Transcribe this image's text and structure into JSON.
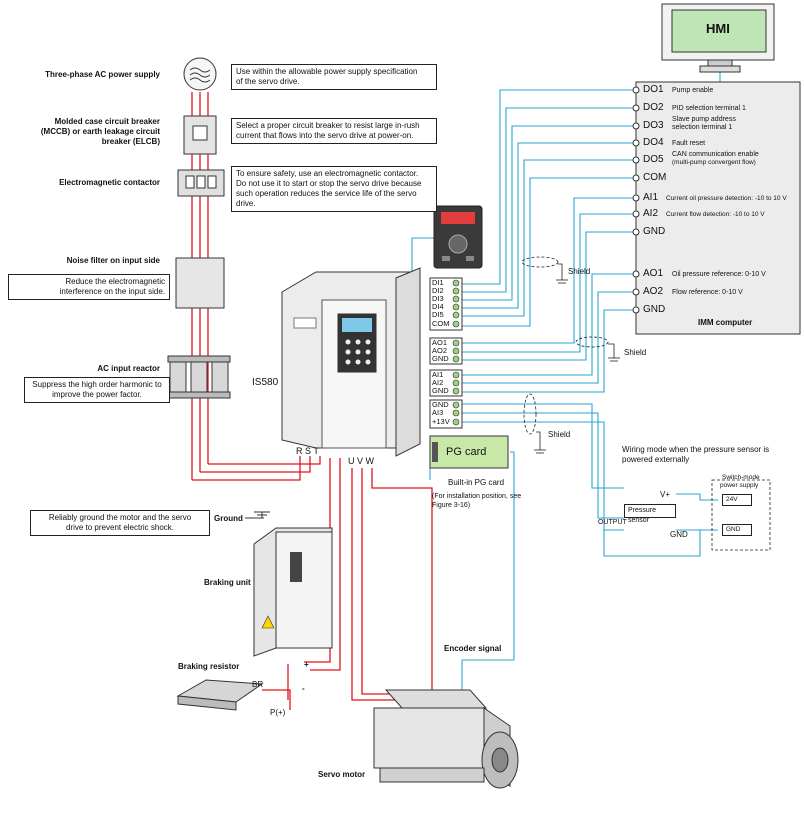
{
  "left_components": {
    "power_supply": "Three-phase AC power supply",
    "mccb": [
      "Molded case circuit breaker",
      "(MCCB) or earth leakage circuit",
      "breaker (ELCB)"
    ],
    "contactor": "Electromagnetic contactor",
    "noise_filter": "Noise filter on input side",
    "reactor": "AC input reactor",
    "ground": "Ground",
    "braking_unit": "Braking unit",
    "braking_resistor": "Braking resistor",
    "servo_motor": "Servo motor"
  },
  "notes": {
    "power": [
      "Use within the allowable power supply specification",
      "of the servo drive."
    ],
    "mccb": [
      "Select a proper circuit breaker to resist large in-rush",
      "current that flows into the servo drive at power-on."
    ],
    "contactor": [
      "To ensure safety, use an electromagnetic contactor.",
      "Do not use it to start or stop the servo drive because",
      "such operation reduces the service life of the servo",
      "drive."
    ],
    "noise_filter": [
      "Reduce the electromagnetic",
      "interference on the input side."
    ],
    "reactor": [
      "Suppress the high order harmonic to",
      "improve the power factor."
    ],
    "ground": [
      "Reliably ground the motor and the servo",
      "drive to prevent electric shock."
    ]
  },
  "drive": {
    "model": "IS580",
    "input_terminals": "R  S  T",
    "output_terminals": "U  V  W",
    "terminals": [
      "DI1",
      "DI2",
      "DI3",
      "DI4",
      "DI5",
      "COM",
      "AO1",
      "AO2",
      "GND",
      "AI1",
      "AI2",
      "GND",
      "GND",
      "AI3",
      "+13V"
    ]
  },
  "pg_card": {
    "label": "PG card",
    "caption": "Built-in PG card",
    "note": [
      "(For installation position, see",
      "Figure 3-16)"
    ]
  },
  "braking": {
    "br": "BR",
    "p": "P(+)",
    "plus": "+",
    "minus": "-"
  },
  "encoder": "Encoder signal",
  "shield": "Shield",
  "hmi": "HMI",
  "imm": {
    "title": "IMM computer",
    "pins": [
      {
        "pin": "DO1",
        "desc": [
          "Pump enable"
        ]
      },
      {
        "pin": "DO2",
        "desc": [
          "PID selection terminal 1"
        ]
      },
      {
        "pin": "DO3",
        "desc": [
          "Slave pump address",
          "selection terminal 1"
        ]
      },
      {
        "pin": "DO4",
        "desc": [
          "Fault reset"
        ]
      },
      {
        "pin": "DO5",
        "desc": [
          "CAN communication enable",
          "(multi-pump convergent flow)"
        ]
      },
      {
        "pin": "COM",
        "desc": []
      },
      {
        "pin": "AI1",
        "desc": [
          "Current oil pressure detection: -10 to 10 V"
        ]
      },
      {
        "pin": "AI2",
        "desc": [
          "Current flow detection: -10 to 10 V"
        ]
      },
      {
        "pin": "GND",
        "desc": []
      },
      {
        "pin": "AO1",
        "desc": [
          "Oil pressure reference: 0-10 V"
        ]
      },
      {
        "pin": "AO2",
        "desc": [
          "Flow reference: 0-10 V"
        ]
      },
      {
        "pin": "GND",
        "desc": []
      }
    ]
  },
  "pressure": {
    "mode": [
      "Wiring mode when the pressure sensor is",
      "powered externally"
    ],
    "sensor": "Pressure sensor",
    "vplus": "V+",
    "output": "OUTPUT",
    "gnd": "GND",
    "psu": [
      "Switch-mode",
      "power supply"
    ],
    "v24": "24V",
    "psu_gnd": "GND"
  },
  "colors": {
    "power_wire": "#e0141e",
    "signal_wire": "#2aa6d6",
    "ground_wire": "#2aa6d6",
    "box_fill": "#e8e8e8"
  }
}
